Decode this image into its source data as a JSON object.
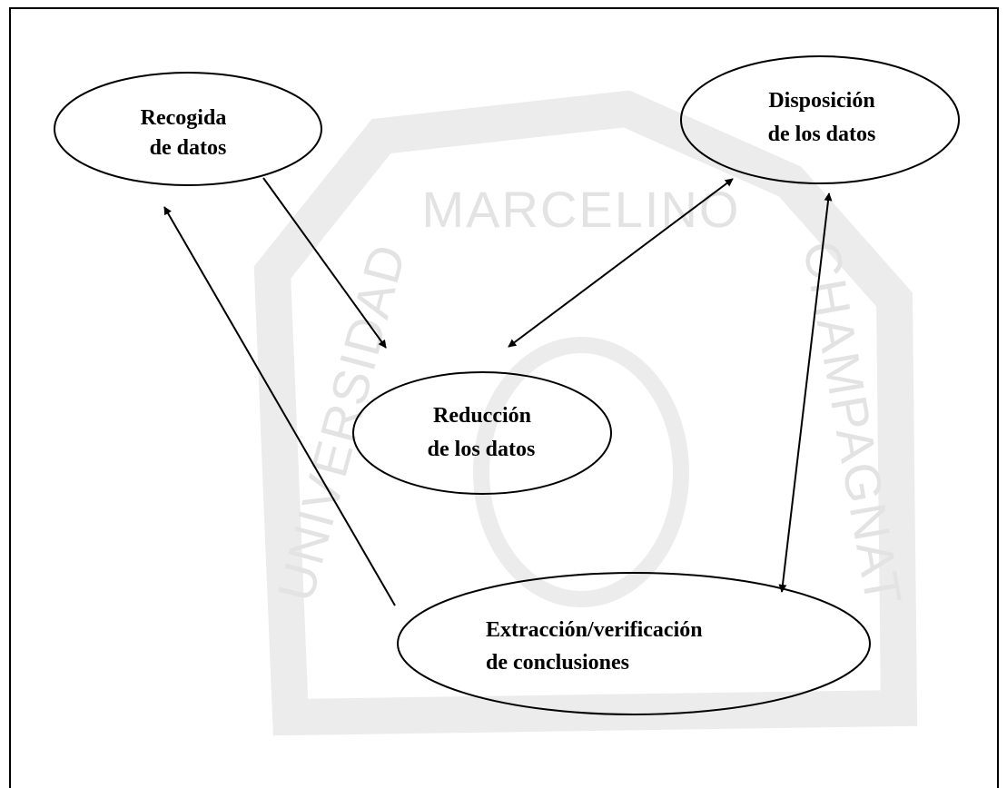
{
  "watermark": {
    "top": "MARCELINO",
    "left": "UNIVERSIDAD",
    "right": "CHAMPAGNAT"
  },
  "nodes": {
    "recogida": {
      "line1": "Recogida",
      "line2": "de datos"
    },
    "disposicion": {
      "line1": "Disposición",
      "line2": "de los datos"
    },
    "reduccion": {
      "line1": "Reducción",
      "line2": "de los datos"
    },
    "extraccion": {
      "line1": "Extracción/verificación",
      "line2": "de conclusiones"
    }
  },
  "colors": {
    "stroke": "#000000",
    "watermark": "#e3e3e3"
  }
}
